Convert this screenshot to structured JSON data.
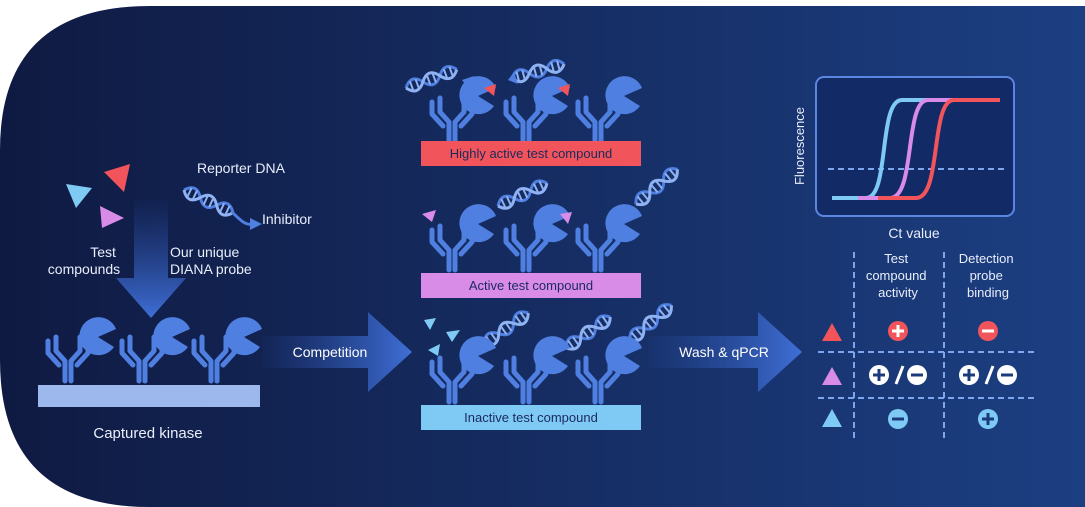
{
  "labels": {
    "reporter_dna": "Reporter DNA",
    "inhibitor": "Inhibitor",
    "test_compounds": [
      "Test",
      "compounds"
    ],
    "diana_probe": [
      "Our unique",
      "DIANA probe"
    ],
    "captured_kinase": "Captured kinase",
    "competition": "Competition",
    "wash_qpcr": "Wash & qPCR",
    "highly_active": "Highly active test compound",
    "active": "Active test compound",
    "inactive": "Inactive test compound"
  },
  "chart": {
    "ylabel": "Fluorescence",
    "xlabel": "Ct value"
  },
  "table": {
    "headers": [
      [
        "Test",
        "compound",
        "activity"
      ],
      [
        "Detection",
        "probe",
        "binding"
      ]
    ],
    "rows": [
      {
        "marker": "red-triangle",
        "activity": "+",
        "binding": "−"
      },
      {
        "marker": "pink-triangle",
        "activity": "+/−",
        "binding": "+/−"
      },
      {
        "marker": "blue-triangle",
        "activity": "−",
        "binding": "+"
      }
    ]
  },
  "colors": {
    "bg_dark": "#101c45",
    "bg_light": "#1a3b7c",
    "accent_blue": "#4f7fe0",
    "red": "#f2545b",
    "pink": "#d98be8",
    "cyan": "#7fcaf5",
    "substrate": "#9db8ec",
    "text": "#e8eefb"
  }
}
